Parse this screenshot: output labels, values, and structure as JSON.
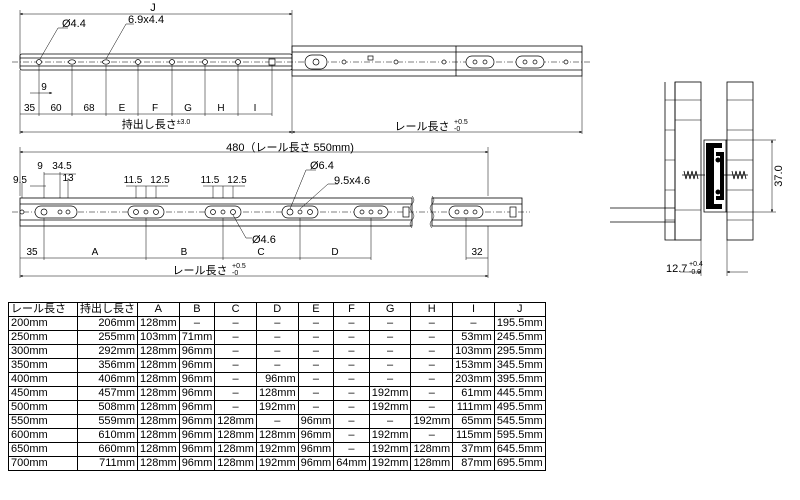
{
  "top_view": {
    "dim_J": "J",
    "dim_hole_dia": "Ø4.4",
    "dim_slot": "6.9x4.4",
    "dim_9": "9",
    "segments": [
      "35",
      "60",
      "68",
      "E",
      "F",
      "G",
      "H",
      "I"
    ],
    "travel_label": "持出し長さ",
    "travel_tol": "±3.0",
    "rail_label": "レール長さ",
    "rail_tol_upper": "+0.5",
    "rail_tol_lower": "-0"
  },
  "bottom_view": {
    "overall": "480（レール長さ 550mm)",
    "dims_top": [
      "9.5",
      "9",
      "34.5",
      "13",
      "11.5",
      "12.5",
      "11.5",
      "12.5"
    ],
    "dim_hole": "Ø6.4",
    "dim_slot": "9.5x4.6",
    "dim_small_hole": "Ø4.6",
    "segments": [
      "35",
      "A",
      "B",
      "C",
      "D",
      "32"
    ],
    "rail_label": "レール長さ",
    "rail_tol_upper": "+0.5",
    "rail_tol_lower": "-0"
  },
  "side_view": {
    "dim_height": "37.0",
    "dim_width": "12.7",
    "width_tol_upper": "+0.4",
    "width_tol_lower": "-0.0"
  },
  "table": {
    "headers": [
      "レール長さ",
      "持出し長さ",
      "A",
      "B",
      "C",
      "D",
      "E",
      "F",
      "G",
      "H",
      "I",
      "J"
    ],
    "rows": [
      [
        "200mm",
        "206mm",
        "128mm",
        "–",
        "–",
        "–",
        "–",
        "–",
        "–",
        "–",
        "–",
        "195.5mm"
      ],
      [
        "250mm",
        "255mm",
        "103mm",
        "71mm",
        "–",
        "–",
        "–",
        "–",
        "–",
        "–",
        "53mm",
        "245.5mm"
      ],
      [
        "300mm",
        "292mm",
        "128mm",
        "96mm",
        "–",
        "–",
        "–",
        "–",
        "–",
        "–",
        "103mm",
        "295.5mm"
      ],
      [
        "350mm",
        "356mm",
        "128mm",
        "96mm",
        "–",
        "–",
        "–",
        "–",
        "–",
        "–",
        "153mm",
        "345.5mm"
      ],
      [
        "400mm",
        "406mm",
        "128mm",
        "96mm",
        "–",
        "96mm",
        "–",
        "–",
        "–",
        "–",
        "203mm",
        "395.5mm"
      ],
      [
        "450mm",
        "457mm",
        "128mm",
        "96mm",
        "–",
        "128mm",
        "–",
        "–",
        "192mm",
        "–",
        "61mm",
        "445.5mm"
      ],
      [
        "500mm",
        "508mm",
        "128mm",
        "96mm",
        "–",
        "192mm",
        "–",
        "–",
        "192mm",
        "–",
        "111mm",
        "495.5mm"
      ],
      [
        "550mm",
        "559mm",
        "128mm",
        "96mm",
        "128mm",
        "–",
        "96mm",
        "–",
        "–",
        "192mm",
        "65mm",
        "545.5mm"
      ],
      [
        "600mm",
        "610mm",
        "128mm",
        "96mm",
        "128mm",
        "128mm",
        "96mm",
        "–",
        "192mm",
        "–",
        "115mm",
        "595.5mm"
      ],
      [
        "650mm",
        "660mm",
        "128mm",
        "96mm",
        "128mm",
        "192mm",
        "96mm",
        "–",
        "192mm",
        "128mm",
        "37mm",
        "645.5mm"
      ],
      [
        "700mm",
        "711mm",
        "128mm",
        "96mm",
        "128mm",
        "192mm",
        "96mm",
        "64mm",
        "192mm",
        "128mm",
        "87mm",
        "695.5mm"
      ]
    ]
  }
}
